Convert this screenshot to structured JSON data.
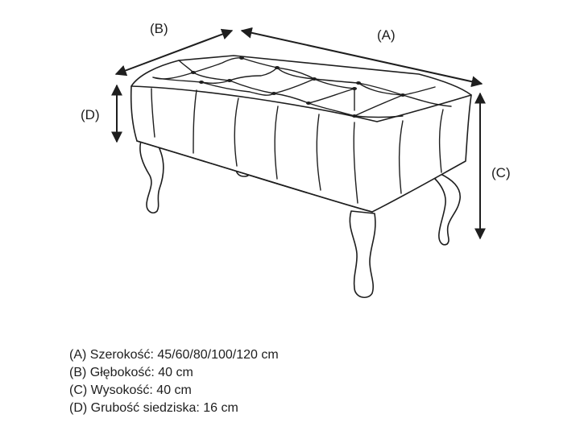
{
  "labels": {
    "a": "(A)",
    "b": "(B)",
    "c": "(C)",
    "d": "(D)"
  },
  "legend": [
    "(A) Szerokość: 45/60/80/100/120 cm",
    "(B) Głębokość: 40 cm",
    "(C) Wysokość: 40 cm",
    "(D) Grubość siedziska: 16 cm"
  ],
  "colors": {
    "line": "#1e1e1e",
    "background": "#ffffff"
  }
}
